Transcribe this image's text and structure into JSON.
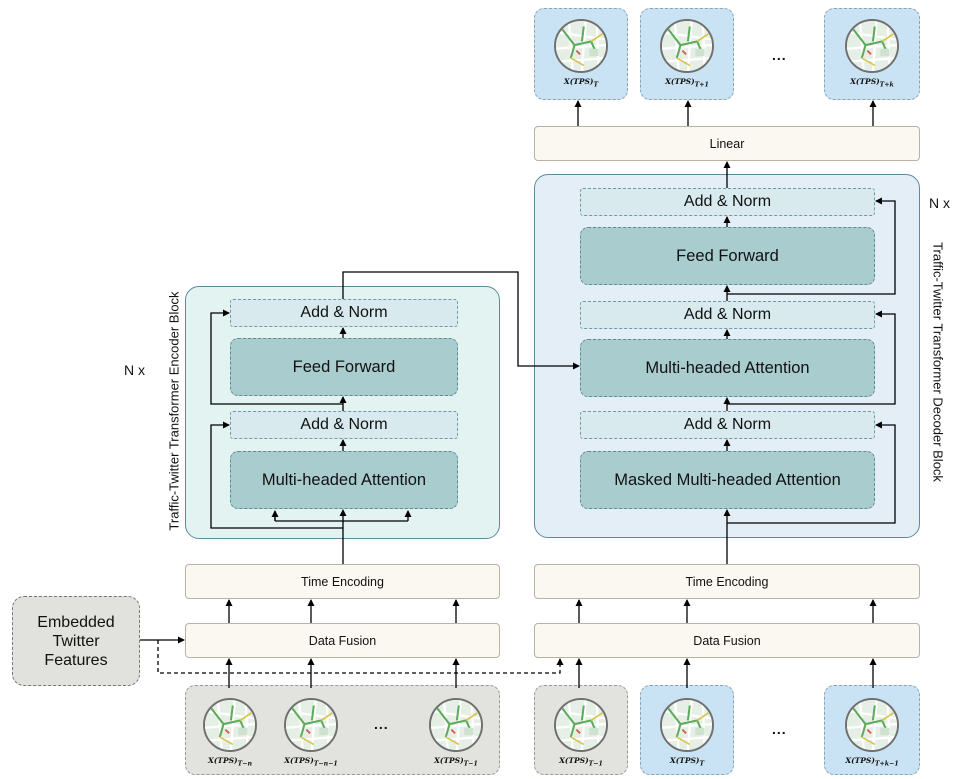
{
  "encoder": {
    "block_label": "Traffic-Twitter Transformer Encoder Block",
    "n_label": "N x",
    "add_norm_top": "Add & Norm",
    "feed_forward": "Feed Forward",
    "add_norm_bottom": "Add & Norm",
    "attention": "Multi-headed Attention",
    "time_encoding": "Time Encoding",
    "data_fusion": "Data Fusion",
    "inputs": [
      {
        "base": "X(TPS)",
        "sub": "T−n"
      },
      {
        "base": "X(TPS)",
        "sub": "T−n−1"
      },
      {
        "base": "X(TPS)",
        "sub": "T−1"
      }
    ]
  },
  "decoder": {
    "block_label": "Traffic-Twitter Transformer Decoder Block",
    "n_label": "N x",
    "add_norm_top": "Add & Norm",
    "feed_forward": "Feed Forward",
    "add_norm_mid": "Add & Norm",
    "cross_attention": "Multi-headed Attention",
    "add_norm_bottom": "Add & Norm",
    "masked_attention": "Masked Multi-headed Attention",
    "time_encoding": "Time Encoding",
    "data_fusion": "Data Fusion",
    "linear": "Linear",
    "inputs": [
      {
        "base": "X(TPS)",
        "sub": "T−1"
      },
      {
        "base": "X(TPS)",
        "sub": "T"
      },
      {
        "base": "X(TPS)",
        "sub": "T+k−1"
      }
    ],
    "outputs": [
      {
        "base": "X(TPS)",
        "sub": "T"
      },
      {
        "base": "X(TPS)",
        "sub": "T+1"
      },
      {
        "base": "X(TPS)",
        "sub": "T+k"
      }
    ]
  },
  "twitter_features": {
    "line1": "Embedded",
    "line2": "Twitter",
    "line3": "Features"
  },
  "ellipsis": "...",
  "colors": {
    "encoder_panel": "#e2f3f2",
    "decoder_panel": "#e4eef6",
    "layer_fill": "#a9cdcf",
    "add_norm_fill": "#d8eaee",
    "input_gray": "#e2e2de",
    "input_blue": "#c9e3f4"
  },
  "icons": {
    "map_thumbnail": "traffic-map-thumbnail-icon"
  }
}
